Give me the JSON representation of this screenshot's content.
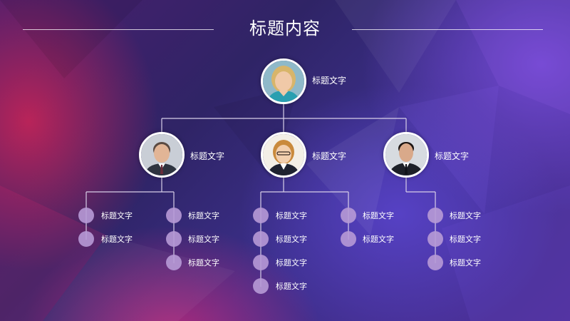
{
  "title": "标题内容",
  "root": {
    "label": "标题文字"
  },
  "managers": [
    {
      "label": "标题文字",
      "teams": [
        {
          "items": [
            "标题文字",
            "标题文字"
          ]
        },
        {
          "items": [
            "标题文字",
            "标题文字",
            "标题文字"
          ]
        }
      ]
    },
    {
      "label": "标题文字",
      "teams": [
        {
          "items": [
            "标题文字",
            "标题文字",
            "标题文字",
            "标题文字"
          ]
        },
        {
          "items": [
            "标题文字",
            "标题文字"
          ]
        }
      ]
    },
    {
      "label": "标题文字",
      "teams": [
        {
          "items": [
            "标题文字",
            "标题文字",
            "标题文字"
          ]
        }
      ]
    }
  ],
  "colors": {
    "line": "#d8cfe8",
    "dot": "#b79ad6",
    "avatar_border": "#ffffff"
  }
}
